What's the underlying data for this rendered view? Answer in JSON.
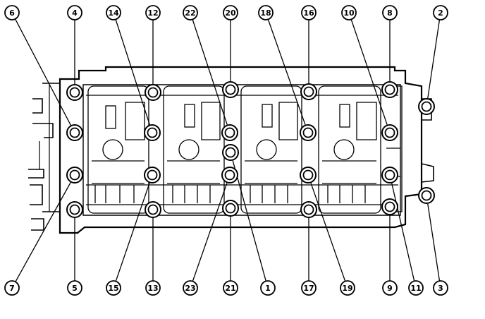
{
  "diagram": {
    "bolt_labels": [
      "1",
      "2",
      "3",
      "4",
      "5",
      "6",
      "7",
      "8",
      "9",
      "10",
      "11",
      "12",
      "13",
      "14",
      "15",
      "16",
      "17",
      "18",
      "19",
      "20",
      "21",
      "22",
      "23"
    ]
  }
}
